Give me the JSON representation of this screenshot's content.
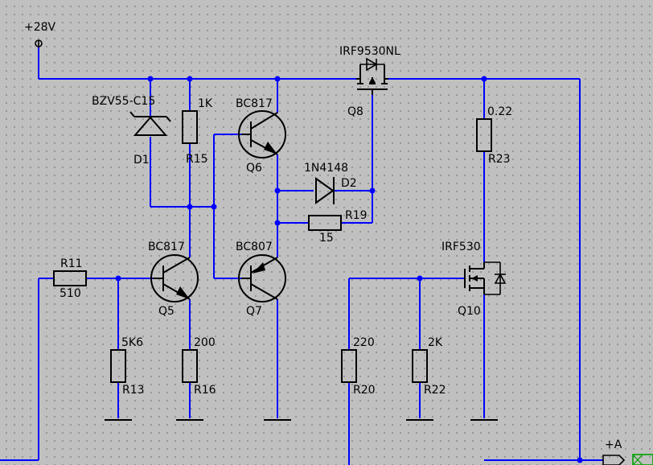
{
  "supply": {
    "label": "+28V"
  },
  "output": {
    "label": "+A"
  },
  "components": {
    "d1": {
      "ref": "D1",
      "value": "BZV55-C15"
    },
    "r15": {
      "ref": "R15",
      "value": "1K"
    },
    "q6": {
      "ref": "Q6",
      "value": "BC817"
    },
    "q8": {
      "ref": "Q8",
      "value": "IRF9530NL"
    },
    "r23": {
      "ref": "R23",
      "value": "0.22"
    },
    "d2": {
      "ref": "D2",
      "value": "1N4148"
    },
    "r19": {
      "ref": "R19",
      "value": "15"
    },
    "r11": {
      "ref": "R11",
      "value": "510"
    },
    "q5": {
      "ref": "Q5",
      "value": "BC817"
    },
    "q7": {
      "ref": "Q7",
      "value": "BC807"
    },
    "q10": {
      "ref": "Q10",
      "value": "IRF530"
    },
    "r13": {
      "ref": "R13",
      "value": "5K6"
    },
    "r16": {
      "ref": "R16",
      "value": "200"
    },
    "r20": {
      "ref": "R20",
      "value": "220"
    },
    "r22": {
      "ref": "R22",
      "value": "2K"
    }
  }
}
